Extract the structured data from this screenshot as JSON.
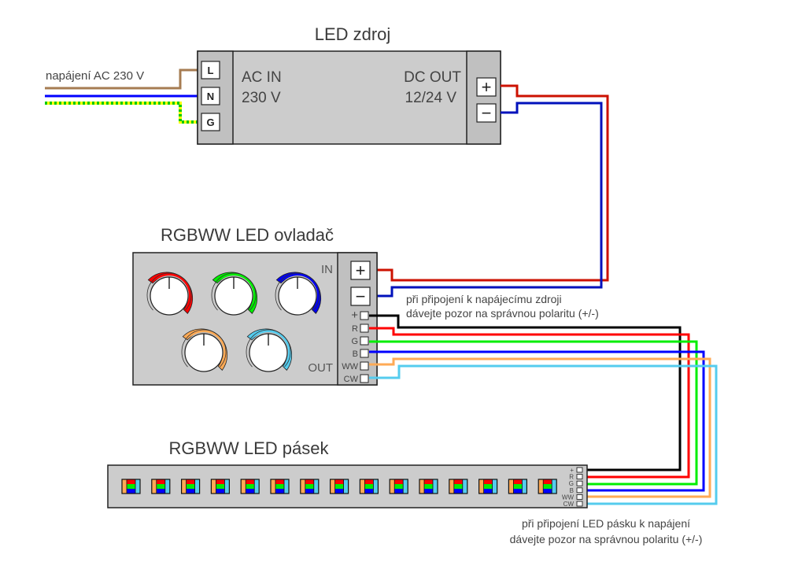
{
  "colors": {
    "live": "#a67c52",
    "neutral": "#0000ff",
    "ground_a": "#ffff00",
    "ground_b": "#00cc00",
    "dc_plus": "#cc1100",
    "dc_minus": "#0011bb",
    "black": "#000000",
    "red": "#ff0000",
    "green": "#00ee00",
    "blue": "#0000ff",
    "warm_white": "#ffaa55",
    "cold_white": "#55ccee",
    "device_fill": "#cccccc",
    "device_side": "#c0c0c0"
  },
  "power_supply": {
    "title": "LED zdroj",
    "input_label_line1": "AC IN",
    "input_label_line2": "230 V",
    "output_label_line1": "DC OUT",
    "output_label_line2": "12/24 V",
    "input_terminals": [
      "L",
      "N",
      "G"
    ],
    "output_terminals": [
      "+",
      "−"
    ]
  },
  "mains": {
    "label": "napájení AC 230 V"
  },
  "controller": {
    "title": "RGBWW LED ovladač",
    "in_label": "IN",
    "out_label": "OUT",
    "power_terminals": [
      "+",
      "−"
    ],
    "output_pins": [
      "+",
      "R",
      "G",
      "B",
      "WW",
      "CW"
    ],
    "knobs": [
      {
        "name": "red",
        "color": "#ff0000"
      },
      {
        "name": "green",
        "color": "#00ee00"
      },
      {
        "name": "blue",
        "color": "#0000ee"
      },
      {
        "name": "warm-white",
        "color": "#ffaa55"
      },
      {
        "name": "cold-white",
        "color": "#55ccee"
      }
    ],
    "polarity_note_line1": "při připojení k napájecímu zdroji",
    "polarity_note_line2": "dávejte pozor na správnou polaritu (+/-)"
  },
  "strip": {
    "title": "RGBWW LED pásek",
    "led_count": 15,
    "pins": [
      "+",
      "R",
      "G",
      "B",
      "WW",
      "CW"
    ],
    "polarity_note_line1": "při připojení LED pásku k napájení",
    "polarity_note_line2": "dávejte pozor na správnou polaritu (+/-)"
  }
}
